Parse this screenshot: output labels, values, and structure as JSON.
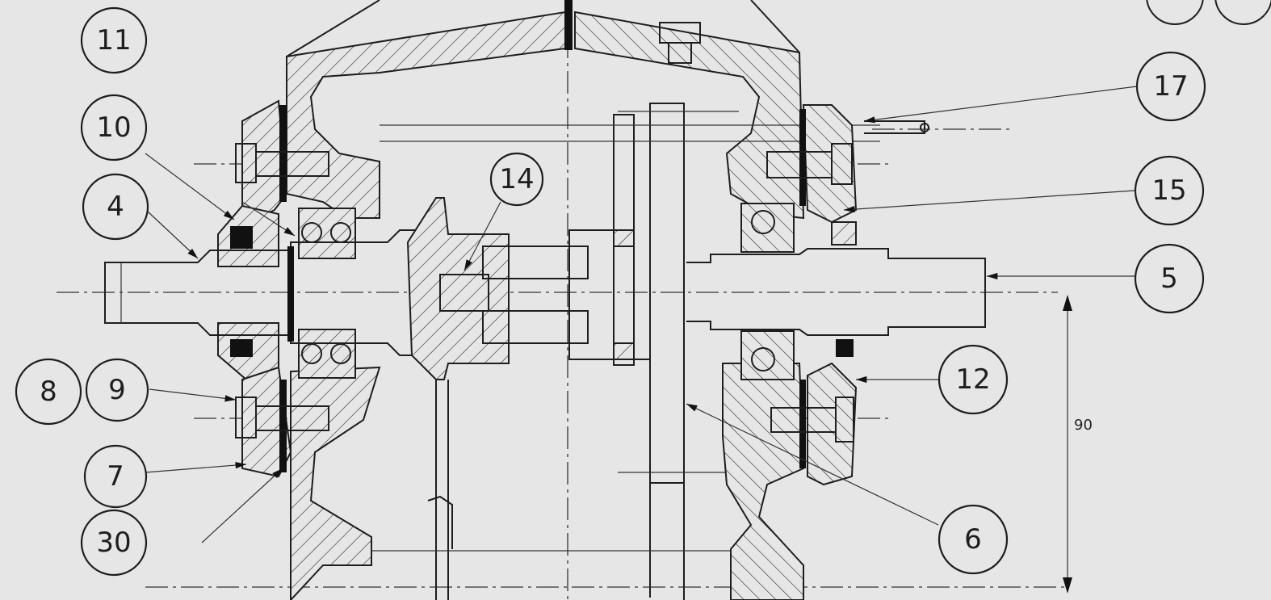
{
  "drawing": {
    "type": "assembly cross-section sketch",
    "colors": {
      "paper": "#e6e6e6",
      "ink": "#1e1e1e"
    },
    "balloons": [
      {
        "label": "11"
      },
      {
        "label": "10"
      },
      {
        "label": "4"
      },
      {
        "label": "8"
      },
      {
        "label": "9"
      },
      {
        "label": "7"
      },
      {
        "label": "30"
      },
      {
        "label": "14"
      },
      {
        "label": "17"
      },
      {
        "label": "15"
      },
      {
        "label": "5"
      },
      {
        "label": "12"
      },
      {
        "label": "6"
      }
    ],
    "dimension": {
      "value": "90"
    }
  }
}
